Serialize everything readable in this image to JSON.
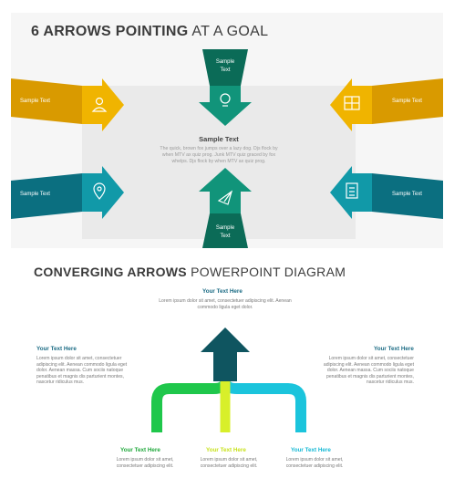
{
  "slide1": {
    "title_bold": "6 ARROWS POINTING",
    "title_rest": "AT A GOAL",
    "center_title": "Sample Text",
    "center_body": "The quick, brown fox jumps over a lazy dog. Djs flock by when MTV ax quiz prog. Junk MTV quiz graced by fox whelps. Djs flock by when MTV ax quiz prog.",
    "arrows": [
      {
        "label": "Sample Text",
        "icon": "user-icon",
        "color": "#e3a300"
      },
      {
        "label": "Sample Text",
        "icon": "map-pin-icon",
        "color": "#0f7e91"
      },
      {
        "label": "Sample Text",
        "icon": "lightbulb-icon",
        "color": "#0e8a70",
        "label_lines": [
          "Sample",
          "Text"
        ]
      },
      {
        "label": "Sample Text",
        "icon": "paper-plane-icon",
        "color": "#0e8a70",
        "label_lines": [
          "Sample",
          "Text"
        ]
      },
      {
        "label": "Sample Text",
        "icon": "map-icon",
        "color": "#e3a300"
      },
      {
        "label": "Sample Text",
        "icon": "clipboard-icon",
        "color": "#0f7e91"
      }
    ]
  },
  "slide2": {
    "title_bold": "CONVERGING ARROWS",
    "title_rest": "POWERPOINT DIAGRAM",
    "top": {
      "heading": "Your Text Here",
      "body": "Lorem ipsum dolor sit amet, consectetuer adipiscing elit. Aenean commodo ligula eget dolor."
    },
    "left": {
      "heading": "Your Text Here",
      "body": "Lorem ipsum dolor sit amet, consectetuer adipiscing elit. Aenean commodo ligula eget dolor. Aenean massa. Cum sociis natoque penatibus et magnis dis parturient montes, nascetur ridiculus mus."
    },
    "right": {
      "heading": "Your Text Here",
      "body": "Lorem ipsum dolor sit amet, consectetuer adipiscing elit. Aenean commodo ligula eget dolor. Aenean massa. Cum sociis natoque penatibus et magnis dis parturient montes, nascetur ridiculus mus."
    },
    "bottoms": [
      {
        "heading": "Your Text Here",
        "body": "Lorem ipsum dolor sit amet, consectetuer adipiscing elit.",
        "color": "#1fa83b"
      },
      {
        "heading": "Your Text Here",
        "body": "Lorem ipsum dolor sit amet, consectetuer adipiscing elit.",
        "color": "#c8e21d"
      },
      {
        "heading": "Your Text Here",
        "body": "Lorem ipsum dolor sit amet, consectetuer adipiscing elit.",
        "color": "#13b8d4"
      }
    ],
    "colors": {
      "main_arrow": "#0f5560",
      "green": "#1fc74b",
      "lime": "#d8ef2a",
      "cyan": "#1bc4dc"
    }
  }
}
